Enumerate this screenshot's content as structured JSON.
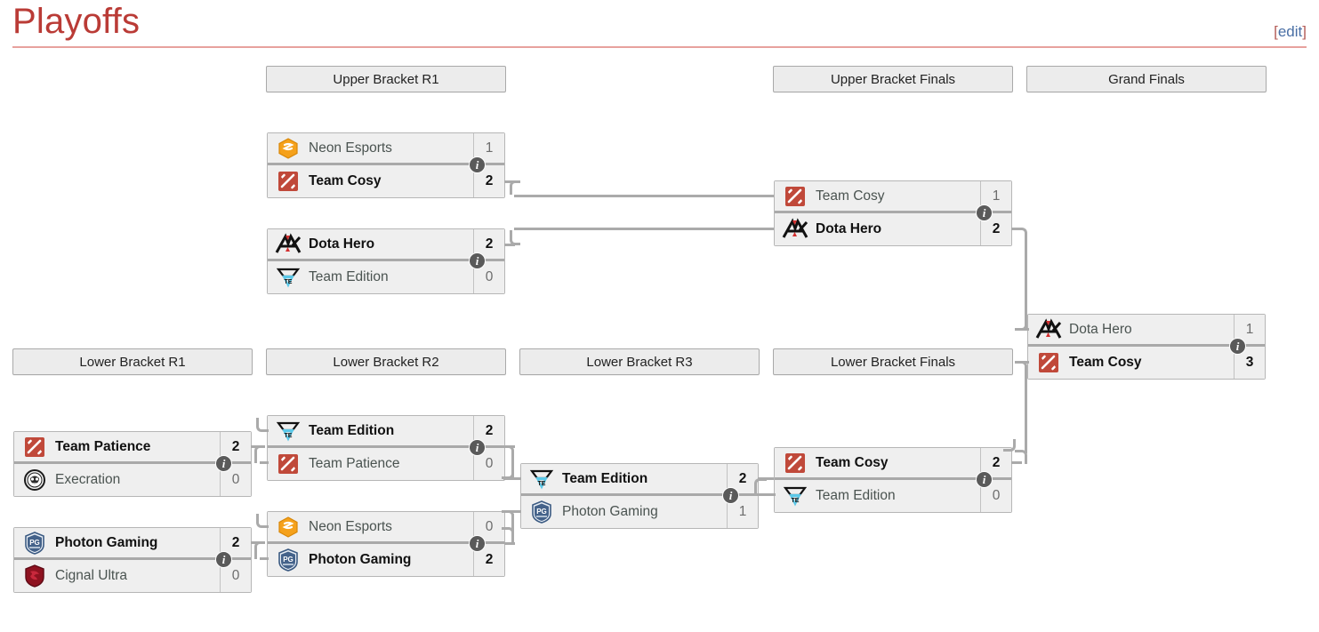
{
  "page": {
    "title": "Playoffs",
    "edit_link": {
      "open_bracket": "[",
      "label": "edit",
      "close_bracket": "]"
    }
  },
  "rounds": [
    {
      "id": "ub-r1",
      "label": "Upper Bracket R1"
    },
    {
      "id": "ubf",
      "label": "Upper Bracket Finals"
    },
    {
      "id": "gf",
      "label": "Grand Finals"
    },
    {
      "id": "lb-r1",
      "label": "Lower Bracket R1"
    },
    {
      "id": "lb-r2",
      "label": "Lower Bracket R2"
    },
    {
      "id": "lb-r3",
      "label": "Lower Bracket R3"
    },
    {
      "id": "lbf",
      "label": "Lower Bracket Finals"
    }
  ],
  "info_badge_label": "i",
  "matches": [
    {
      "id": "ub-r1-m1",
      "round": "Upper Bracket R1",
      "top": {
        "team": "Neon Esports",
        "logo": "neon-esports-logo",
        "score": "1",
        "winner": false
      },
      "bottom": {
        "team": "Team Cosy",
        "logo": "team-cosy-logo",
        "score": "2",
        "winner": true
      }
    },
    {
      "id": "ub-r1-m2",
      "round": "Upper Bracket R1",
      "top": {
        "team": "Dota Hero",
        "logo": "dota-hero-logo",
        "score": "2",
        "winner": true
      },
      "bottom": {
        "team": "Team Edition",
        "logo": "team-edition-logo",
        "score": "0",
        "winner": false
      }
    },
    {
      "id": "ubf-m1",
      "round": "Upper Bracket Finals",
      "top": {
        "team": "Team Cosy",
        "logo": "team-cosy-logo",
        "score": "1",
        "winner": false
      },
      "bottom": {
        "team": "Dota Hero",
        "logo": "dota-hero-logo",
        "score": "2",
        "winner": true
      }
    },
    {
      "id": "gf-m1",
      "round": "Grand Finals",
      "top": {
        "team": "Dota Hero",
        "logo": "dota-hero-logo",
        "score": "1",
        "winner": false
      },
      "bottom": {
        "team": "Team Cosy",
        "logo": "team-cosy-logo",
        "score": "3",
        "winner": true
      }
    },
    {
      "id": "lb-r1-m1",
      "round": "Lower Bracket R1",
      "top": {
        "team": "Team Patience",
        "logo": "team-patience-logo",
        "score": "2",
        "winner": true
      },
      "bottom": {
        "team": "Execration",
        "logo": "execration-logo",
        "score": "0",
        "winner": false
      }
    },
    {
      "id": "lb-r1-m2",
      "round": "Lower Bracket R1",
      "top": {
        "team": "Photon Gaming",
        "logo": "photon-gaming-logo",
        "score": "2",
        "winner": true
      },
      "bottom": {
        "team": "Cignal Ultra",
        "logo": "cignal-ultra-logo",
        "score": "0",
        "winner": false
      }
    },
    {
      "id": "lb-r2-m1",
      "round": "Lower Bracket R2",
      "top": {
        "team": "Team Edition",
        "logo": "team-edition-logo",
        "score": "2",
        "winner": true
      },
      "bottom": {
        "team": "Team Patience",
        "logo": "team-patience-logo",
        "score": "0",
        "winner": false
      }
    },
    {
      "id": "lb-r2-m2",
      "round": "Lower Bracket R2",
      "top": {
        "team": "Neon Esports",
        "logo": "neon-esports-logo",
        "score": "0",
        "winner": false
      },
      "bottom": {
        "team": "Photon Gaming",
        "logo": "photon-gaming-logo",
        "score": "2",
        "winner": true
      }
    },
    {
      "id": "lb-r3-m1",
      "round": "Lower Bracket R3",
      "top": {
        "team": "Team Edition",
        "logo": "team-edition-logo",
        "score": "2",
        "winner": true
      },
      "bottom": {
        "team": "Photon Gaming",
        "logo": "photon-gaming-logo",
        "score": "1",
        "winner": false
      }
    },
    {
      "id": "lbf-m1",
      "round": "Lower Bracket Finals",
      "top": {
        "team": "Team Cosy",
        "logo": "team-cosy-logo",
        "score": "2",
        "winner": true
      },
      "bottom": {
        "team": "Team Edition",
        "logo": "team-edition-logo",
        "score": "0",
        "winner": false
      }
    }
  ],
  "colors": {
    "title": "#ba3b36",
    "rule": "#e7a19d",
    "link": "#4a6fa5",
    "header_bg": "#ececec",
    "row_bg": "#efefef",
    "connector": "#aaaaaa",
    "info_badge": "#5a5a5a"
  }
}
